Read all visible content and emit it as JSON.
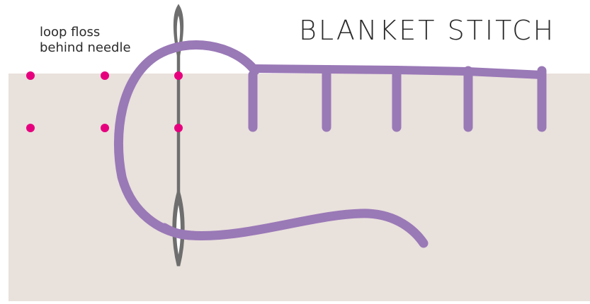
{
  "diagram": {
    "title": "BLANKET STITCH",
    "annotation_lines": [
      "loop floss",
      "behind needle"
    ]
  },
  "colors": {
    "fabric": "#e9e1dc",
    "floss": "#9a79b7",
    "needle": "#6e6e6e",
    "needle_eye": "#ffffff",
    "hole_marker": "#e6007e",
    "text": "#2b2b2b",
    "background": "#ffffff"
  }
}
